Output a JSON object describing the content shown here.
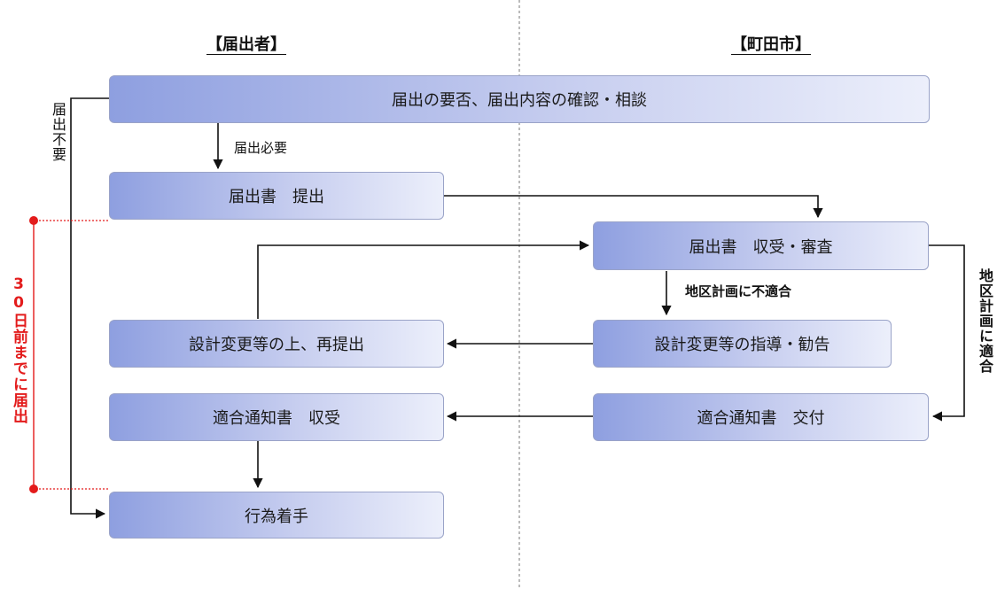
{
  "headers": {
    "applicant": "【届出者】",
    "city": "【町田市】"
  },
  "boxes": {
    "consult": "届出の要否、届出内容の確認・相談",
    "submit": "届出書　提出",
    "receive_review": "届出書　収受・審査",
    "resubmit": "設計変更等の上、再提出",
    "guidance": "設計変更等の指導・勧告",
    "notice_receive": "適合通知書　収受",
    "notice_issue": "適合通知書　交付",
    "start": "行為着手"
  },
  "labels": {
    "required": "届出必要",
    "not_required": "届出不要",
    "noncompliant": "地区計画に不適合",
    "compliant": "地区計画に適合",
    "deadline": "30日前までに届出"
  },
  "colors": {
    "box_start": "#8e9fe0",
    "box_end": "#eceffb",
    "deadline_red": "#e31b1b"
  }
}
